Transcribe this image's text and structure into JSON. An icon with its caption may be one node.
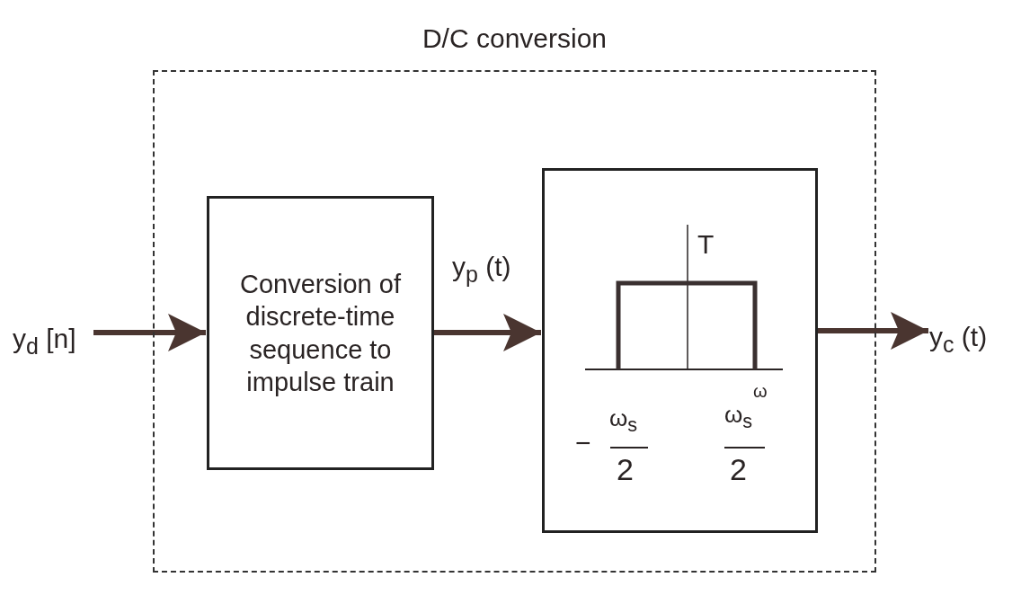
{
  "diagram": {
    "nodes": [
      {
        "text": [
          "D/C conversion"
        ]
      },
      {
        "text": [
          "y$_{d}$ [n]"
        ]
      },
      {
        "text": [
          "Conversion of discrete-time sequence to impulse train"
        ],
        "in": 0
      },
      {
        "text": [],
        "shape": "box",
        "in": 0
      },
      {
        "text": [
          "y$_{c}$ (t)"
        ]
      }
    ],
    "edges": [
      {
        "from": 1,
        "to": 2,
        "arrow": "to"
      },
      {
        "from": 2,
        "to": 3,
        "arrow": "to",
        "label": "y$_{p}$ (t)"
      },
      {
        "from": 3,
        "to": 4,
        "arrow": "to"
      }
    ],
    "labels": [
      "T",
      "−",
      "ω$_{s}$",
      "2",
      "ω$_{s}$",
      "2",
      "ω"
    ]
  }
}
